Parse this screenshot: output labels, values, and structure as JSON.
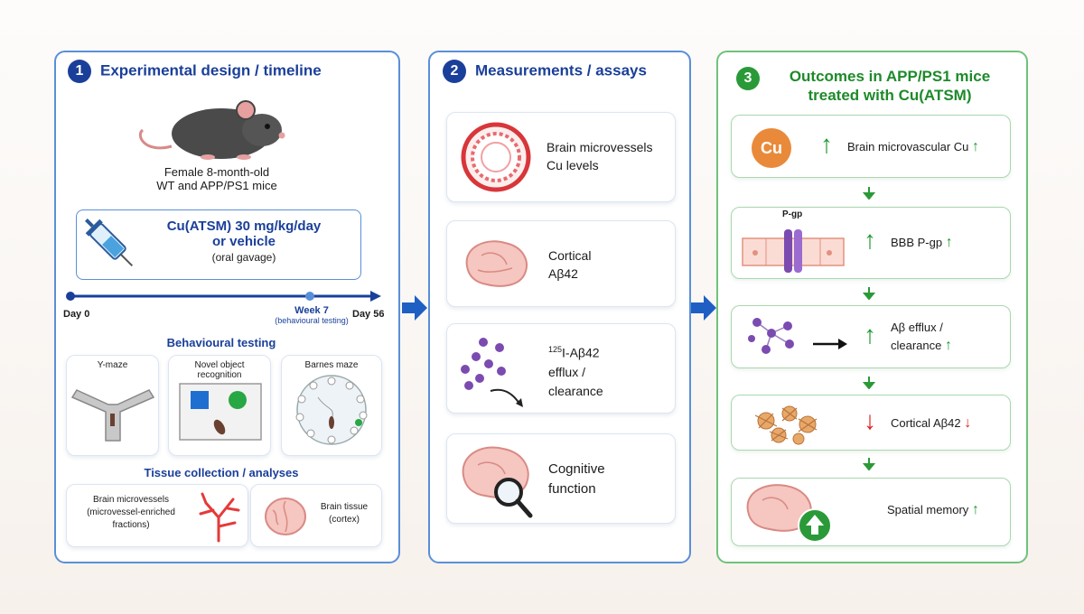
{
  "panel1": {
    "number": "1",
    "title": "Experimental design / timeline",
    "mice_line1": "Female 8-month-old",
    "mice_line2": "WT and APP/PS1 mice",
    "treatment_line1": "Cu(ATSM) 30 mg/kg/day",
    "treatment_line2": "or vehicle",
    "treatment_line3": "(oral gavage)",
    "timeline": {
      "start": "Day 0",
      "mid": "Week 7",
      "mid_sub": "(behavioural testing)",
      "end": "Day 56"
    },
    "behaviour_heading": "Behavioural testing",
    "tests": [
      "Y-maze",
      "Novel object recognition",
      "Barnes maze"
    ],
    "tissue_heading": "Tissue collection / analyses",
    "tissue": {
      "micro_line1": "Brain microvessels",
      "micro_line2": "(microvessel-enriched",
      "micro_line3": "fractions)",
      "brain_line1": "Brain tissue",
      "brain_line2": "(cortex)"
    }
  },
  "panel2": {
    "number": "2",
    "title": "Measurements / assays",
    "items": [
      {
        "line1": "Brain microvessels",
        "line2": "Cu levels"
      },
      {
        "line1": "Cortical",
        "line2": "Aβ42"
      },
      {
        "sup": "125",
        "line1": "I-Aβ42",
        "line2": "efflux /",
        "line3": "clearance"
      },
      {
        "line1": "Cognitive",
        "line2": "function"
      }
    ]
  },
  "panel3": {
    "number": "3",
    "title_line1": "Outcomes in APP/PS1 mice",
    "title_line2": "treated with Cu(ATSM)",
    "cu_badge": "Cu",
    "pgp_label": "P-gp",
    "outcomes": [
      {
        "text": "Brain microvascular Cu",
        "direction": "up"
      },
      {
        "text": "BBB P-gp",
        "direction": "up"
      },
      {
        "line1": "Aβ efflux /",
        "line2": "clearance",
        "direction": "up"
      },
      {
        "text": "Cortical Aβ42",
        "direction": "down"
      },
      {
        "text": "Spatial memory",
        "direction": "up"
      }
    ],
    "arrow_up": "↑",
    "arrow_down": "↓"
  },
  "colors": {
    "blue_border": "#5a8fd8",
    "green_border": "#6fc27a",
    "title_blue": "#1a3f9a",
    "title_green": "#1e8a2a",
    "up_arrow": "#1e9a2e",
    "down_arrow": "#e02020",
    "cu_orange": "#e98a3a"
  }
}
